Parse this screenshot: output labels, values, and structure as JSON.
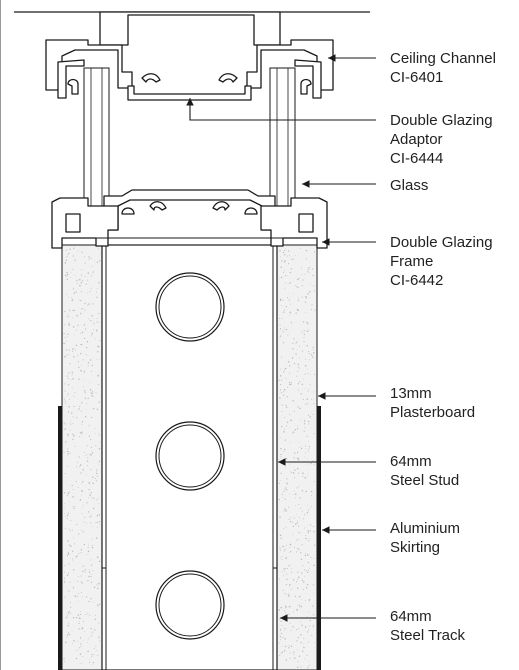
{
  "colors": {
    "line": "#1a1a1a",
    "profile_fill": "#ffffff",
    "plasterboard_fill": "#f1f1f1",
    "speckle": "#b9b9b9",
    "text": "#222222"
  },
  "labels": {
    "ceiling_channel": [
      "Ceiling Channel",
      "CI-6401"
    ],
    "double_glazing_adaptor": [
      "Double Glazing",
      "Adaptor",
      "CI-6444"
    ],
    "glass": [
      "Glass"
    ],
    "double_glazing_frame": [
      "Double Glazing",
      "Frame",
      "CI-6442"
    ],
    "plasterboard": [
      "13mm",
      "Plasterboard"
    ],
    "steel_stud": [
      "64mm",
      "Steel Stud"
    ],
    "aluminium_skirting": [
      "Aluminium",
      "Skirting"
    ],
    "steel_track": [
      "64mm",
      "Steel Track"
    ]
  }
}
